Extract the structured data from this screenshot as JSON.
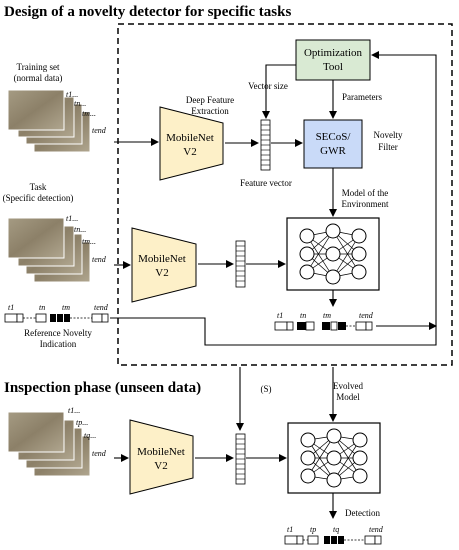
{
  "titles": {
    "design": "Design of a novelty detector for specific tasks",
    "inspection": "Inspection phase (unseen data)"
  },
  "left_labels": {
    "training_line1": "Training set",
    "training_line2": "(normal data)",
    "task_line1": "Task",
    "task_line2": "(Specific detection)",
    "reference_line1": "Reference Novelty",
    "reference_line2": "Indication"
  },
  "blocks": {
    "mobilenet_line1": "MobileNet",
    "mobilenet_line2": "V2",
    "optimization_line1": "Optimization",
    "optimization_line2": "Tool",
    "secos_line1": "SECoS/",
    "secos_line2": "GWR"
  },
  "edge_labels": {
    "vector_size": "Vector size",
    "parameters": "Parameters",
    "deep_feature_line1": "Deep Feature",
    "deep_feature_line2": "Extraction",
    "feature_vector": "Feature vector",
    "novelty_line1": "Novelty",
    "novelty_line2": "Filter",
    "model_env_line1": "Model of the",
    "model_env_line2": "Environment",
    "s_label": "(S)",
    "evolved_line1": "Evolved",
    "evolved_line2": "Model",
    "detection": "Detection"
  },
  "frame_labels": {
    "training": [
      "t1...",
      "tn...",
      "tm...",
      "tend"
    ],
    "task": [
      "t1...",
      "tn...",
      "tm...",
      "tend"
    ],
    "inspection": [
      "t1...",
      "tp...",
      "tq...",
      "tend"
    ]
  },
  "timelines": {
    "reference": [
      "t1",
      "tn",
      "tm",
      "tend"
    ],
    "novelty_output": [
      "t1",
      "tn",
      "tm",
      "tend"
    ],
    "detection_output": [
      "t1",
      "tp",
      "tq",
      "tend"
    ]
  },
  "colors": {
    "optimization_fill": "#d9ead3",
    "secos_fill": "#c9daf8",
    "mobilenet_fill": "#fdf0c8",
    "frame_fill": "#9a8f78"
  }
}
